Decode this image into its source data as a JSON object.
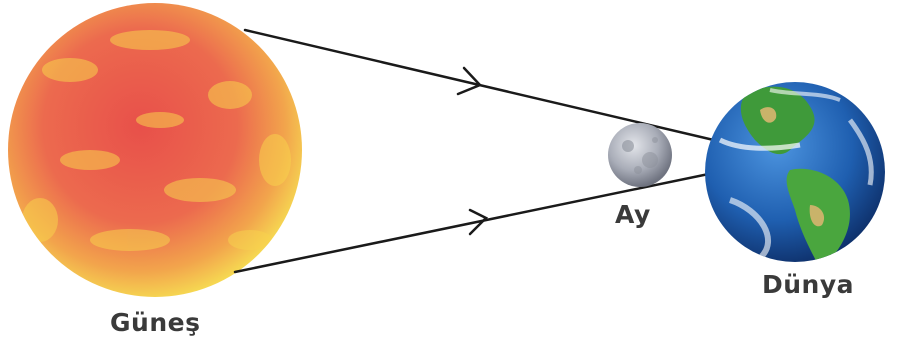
{
  "labels": {
    "sun": "Güneş",
    "moon": "Ay",
    "earth": "Dünya"
  },
  "colors": {
    "sun_core": "#e8504a",
    "sun_edge": "#f5d84a",
    "moon": "#b9bcc4",
    "earth_ocean": "#1f5fb0",
    "earth_land": "#3f9a3a",
    "ray": "#1a1a1a",
    "label": "#3a3a3a"
  }
}
